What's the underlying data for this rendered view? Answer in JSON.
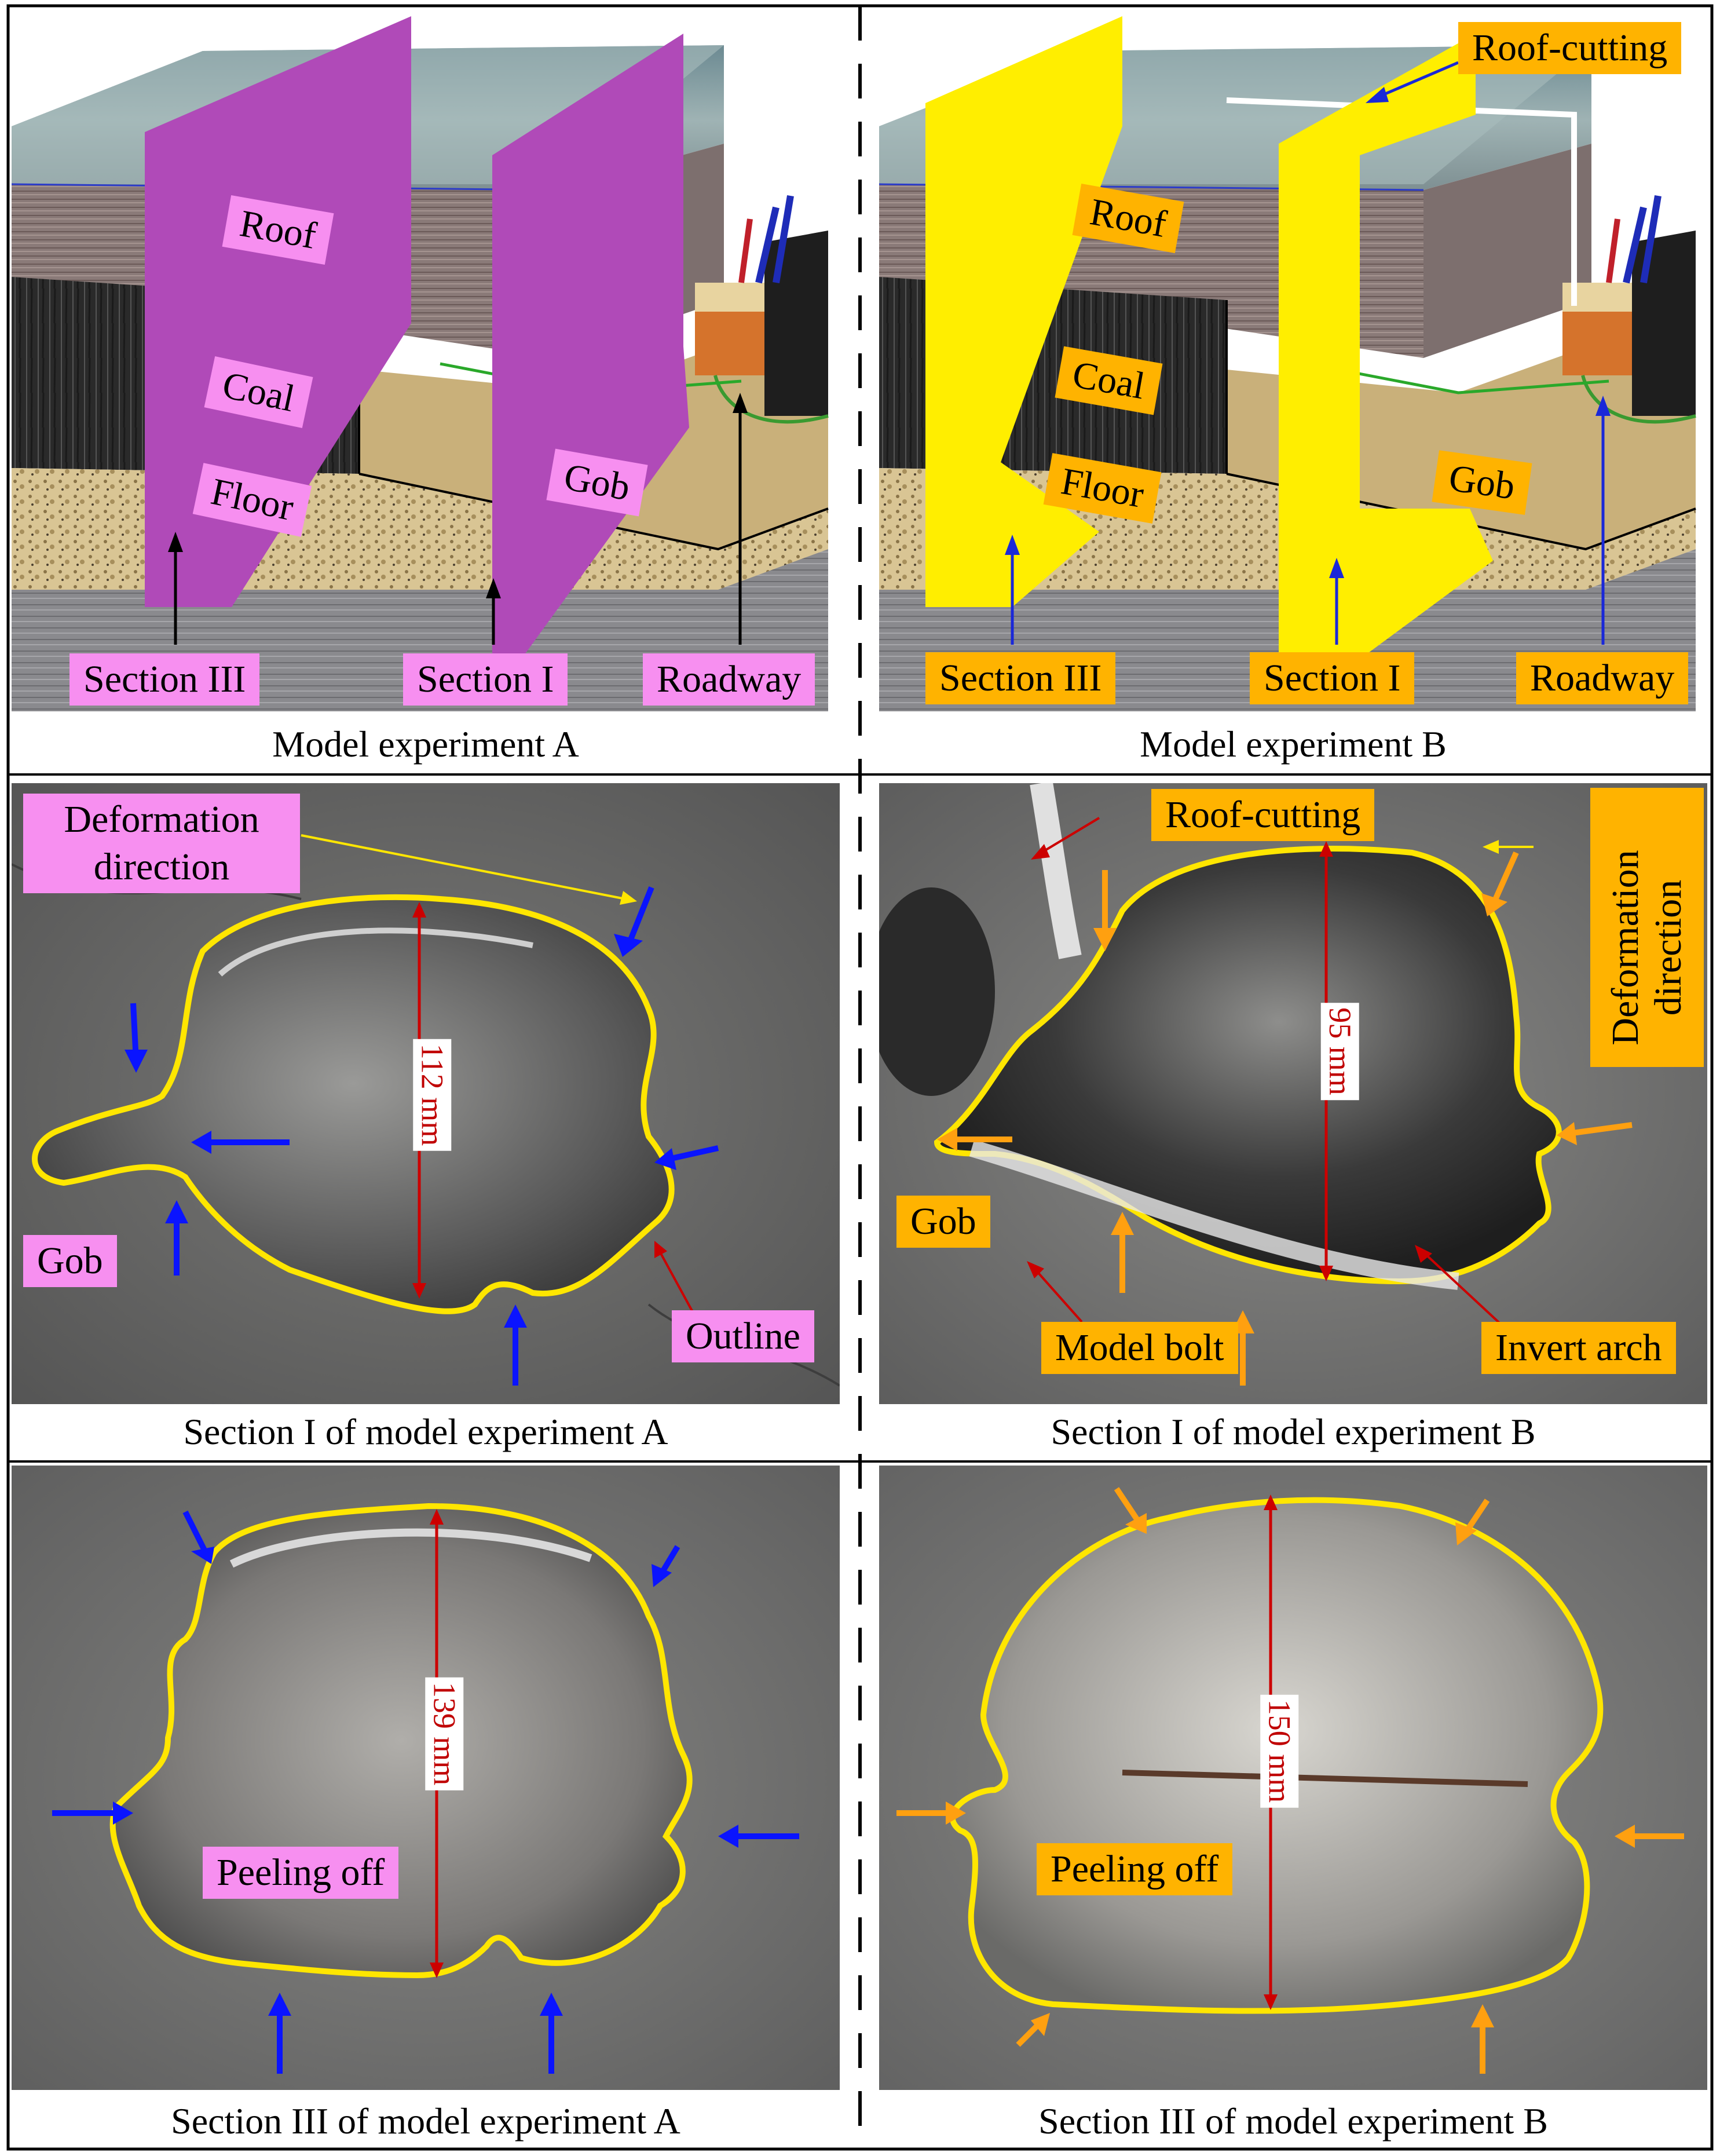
{
  "colors": {
    "experiment_a_label": "#f78ff0",
    "experiment_b_label": "#ffb300",
    "plane_a": "#b04ab8",
    "plane_b": "#ffee00",
    "outline": "#ffe600",
    "arrow_a": "#0a14ff",
    "arrow_b": "#ffa010",
    "dimension": "#cc0000"
  },
  "panels": {
    "model_a": {
      "caption": "Model experiment A",
      "layers": {
        "roof": "Roof",
        "coal": "Coal",
        "floor": "Floor",
        "gob": "Gob"
      },
      "section_iii": "Section III",
      "section_i": "Section I",
      "roadway": "Roadway"
    },
    "model_b": {
      "caption": "Model experiment B",
      "roof_cutting": "Roof-cutting",
      "layers": {
        "roof": "Roof",
        "coal": "Coal",
        "floor": "Floor",
        "gob": "Gob"
      },
      "section_iii": "Section III",
      "section_i": "Section I",
      "roadway": "Roadway"
    },
    "section_i_a": {
      "caption": "Section I of model experiment A",
      "deformation_direction": "Deformation direction",
      "dimension": "112 mm",
      "gob": "Gob",
      "outline": "Outline"
    },
    "section_i_b": {
      "caption": "Section I of model experiment B",
      "roof_cutting": "Roof-cutting",
      "deformation_direction": "Deformation direction",
      "dimension": "95 mm",
      "gob": "Gob",
      "model_bolt": "Model bolt",
      "invert_arch": "Invert arch"
    },
    "section_iii_a": {
      "caption": "Section III of model experiment A",
      "dimension": "139 mm",
      "peeling_off": "Peeling off"
    },
    "section_iii_b": {
      "caption": "Section III of model experiment B",
      "dimension": "150 mm",
      "peeling_off": "Peeling off"
    }
  }
}
